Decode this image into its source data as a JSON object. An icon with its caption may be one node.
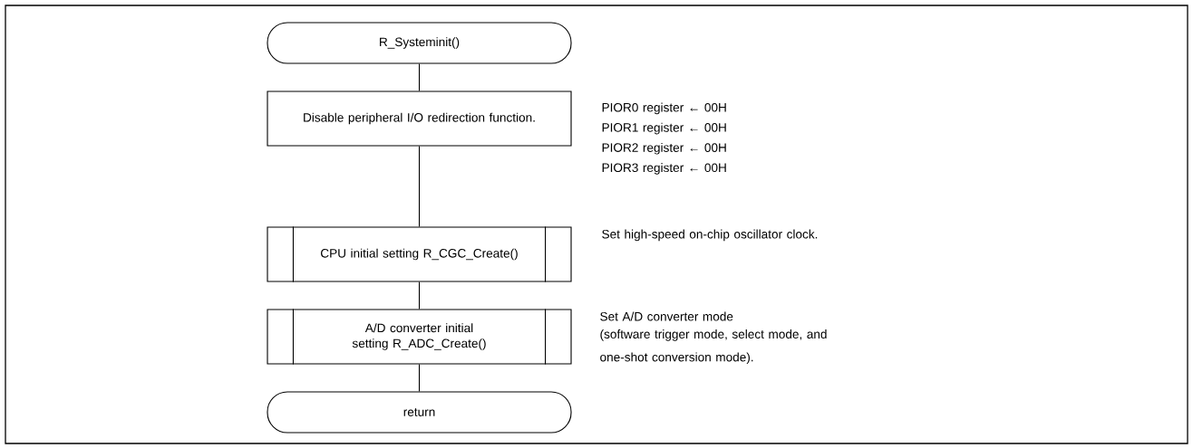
{
  "diagram": {
    "nodes": [
      {
        "text": [
          "R_Systeminit()"
        ]
      },
      {
        "text": [
          "Disable peripheral I/O redirection function."
        ],
        "beside": [
          "PIOR0 register ← 00H",
          "PIOR1 register ← 00H",
          "PIOR2 register ← 00H",
          "PIOR3 register ← 00H"
        ]
      },
      {
        "text": [
          "CPU initial setting R_CGC_Create()"
        ],
        "beside": [
          "Set high-speed on-chip oscillator clock."
        ]
      },
      {
        "text": [
          "A/D converter initial setting R_ADC_Create()"
        ],
        "beside": [
          "Set A/D converter mode",
          "(software trigger mode, select mode, and one-shot conversion mode)."
        ]
      },
      {
        "text": [
          "return"
        ]
      }
    ],
    "edges": [
      {
        "from": 0,
        "to": 1,
        "arrow": "none"
      },
      {
        "from": 1,
        "to": 2,
        "arrow": "none"
      },
      {
        "from": 2,
        "to": 3,
        "arrow": "none"
      },
      {
        "from": 3,
        "to": 4,
        "arrow": "none"
      }
    ]
  }
}
